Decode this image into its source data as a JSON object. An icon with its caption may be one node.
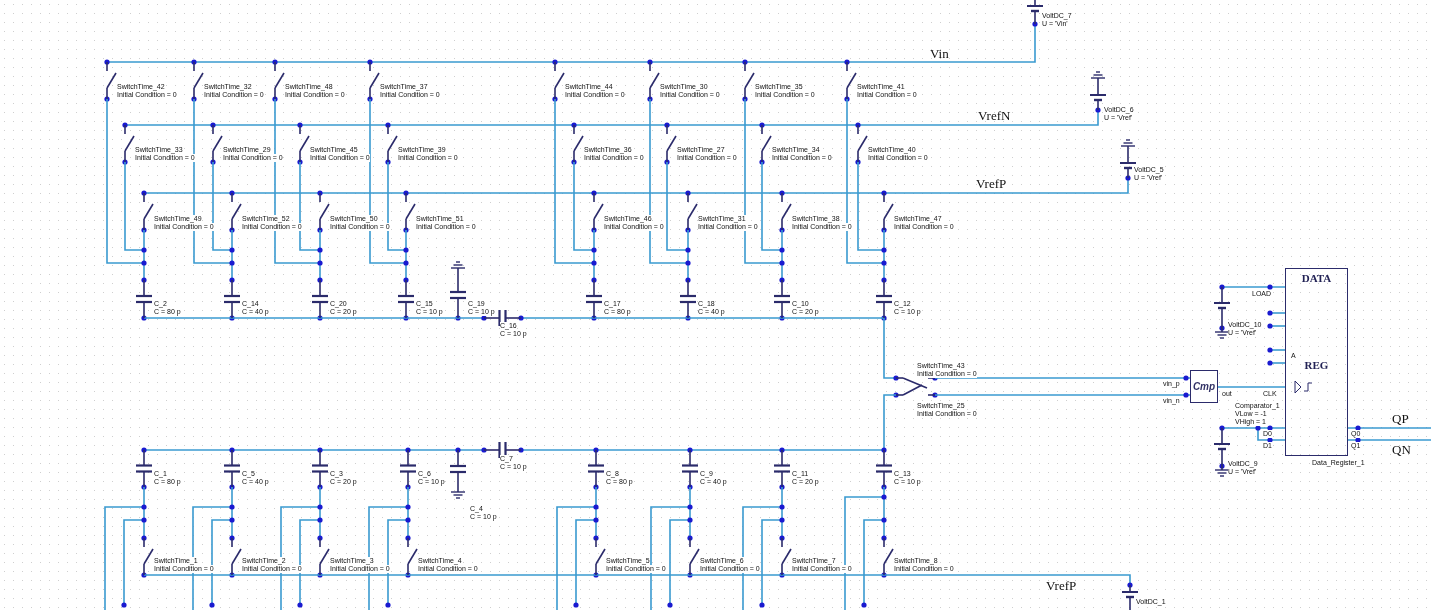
{
  "diagram": {
    "nodes": [
      {
        "text": [
          "Cmp"
        ],
        "beside": [
          "Comparator_1",
          "VLow = -1",
          "VHigh = 1"
        ]
      },
      {
        "text": [
          "DATA",
          "REG"
        ],
        "beside": [
          "Data_Register_1"
        ]
      }
    ],
    "edges": [
      {
        "from": 0,
        "to": 1,
        "arrow": "none"
      }
    ],
    "labels": [
      "VoltDC_7",
      "U = 'Vin'",
      "Vin",
      "SwitchTime_42",
      "Initial Condition = 0",
      "SwitchTime_32",
      "Initial Condition = 0",
      "SwitchTime_48",
      "Initial Condition = 0",
      "SwitchTime_37",
      "Initial Condition = 0",
      "SwitchTime_44",
      "Initial Condition = 0",
      "SwitchTime_30",
      "Initial Condition = 0",
      "SwitchTime_35",
      "Initial Condition = 0",
      "SwitchTime_41",
      "Initial Condition = 0",
      "VoltDC_6",
      "U = 'Vref'",
      "VrefN",
      "SwitchTime_33",
      "Initial Condition = 0",
      "SwitchTime_29",
      "Initial Condition = 0",
      "SwitchTime_45",
      "Initial Condition = 0",
      "SwitchTime_39",
      "Initial Condition = 0",
      "SwitchTime_36",
      "Initial Condition = 0",
      "SwitchTime_27",
      "Initial Condition = 0",
      "SwitchTime_34",
      "Initial Condition = 0",
      "SwitchTime_40",
      "Initial Condition = 0",
      "VoltDC_5",
      "U = 'Vref'",
      "VrefP",
      "SwitchTime_49",
      "Initial Condition = 0",
      "SwitchTime_52",
      "Initial Condition = 0",
      "SwitchTime_50",
      "Initial Condition = 0",
      "SwitchTime_51",
      "Initial Condition = 0",
      "SwitchTime_46",
      "Initial Condition = 0",
      "SwitchTime_31",
      "Initial Condition = 0",
      "SwitchTime_38",
      "Initial Condition = 0",
      "SwitchTime_47",
      "Initial Condition = 0",
      "C_2",
      "C = 80 p",
      "C_14",
      "C = 40 p",
      "C_20",
      "C = 20 p",
      "C_15",
      "C = 10 p",
      "C_19",
      "C = 10 p",
      "C_16",
      "C = 10 p",
      "C_17",
      "C = 80 p",
      "C_18",
      "C = 40 p",
      "C_10",
      "C = 20 p",
      "C_12",
      "C = 10 p",
      "SwitchTime_43",
      "Initial Condition = 0",
      "SwitchTime_25",
      "Initial Condition = 0",
      "vin_p",
      "vin_n",
      "out",
      "LOAD",
      "VoltDC_10",
      "U = 'Vref'",
      "A",
      "CLK",
      "D0",
      "D1",
      "Q0",
      "Q1",
      "QP",
      "QN",
      "VoltDC_9",
      "U = 'Vref'",
      "C_1",
      "C = 80 p",
      "C_5",
      "C = 40 p",
      "C_3",
      "C = 20 p",
      "C_6",
      "C = 10 p",
      "C_4",
      "C = 10 p",
      "C_7",
      "C = 10 p",
      "C_8",
      "C = 80 p",
      "C_9",
      "C = 40 p",
      "C_11",
      "C = 20 p",
      "C_13",
      "C = 10 p",
      "SwitchTime_1",
      "Initial Condition = 0",
      "SwitchTime_2",
      "Initial Condition = 0",
      "SwitchTime_3",
      "Initial Condition = 0",
      "SwitchTime_4",
      "Initial Condition = 0",
      "SwitchTime_5",
      "Initial Condition = 0",
      "SwitchTime_6",
      "Initial Condition = 0",
      "SwitchTime_7",
      "Initial Condition = 0",
      "SwitchTime_8",
      "Initial Condition = 0",
      "VrefP",
      "VoltDC_1"
    ]
  }
}
